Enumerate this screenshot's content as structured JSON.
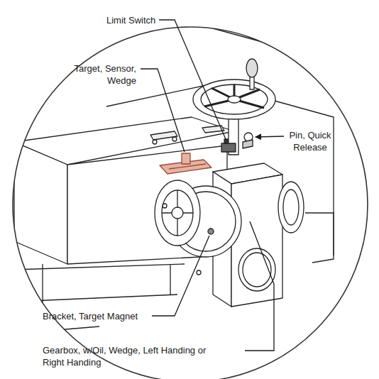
{
  "diagram": {
    "labels": [
      "Limit Switch",
      "Target, Sensor, Wedge",
      "Pin, Quick Release",
      "Bracket, Target Magnet",
      "Gearbox, w/Oil, Wedge, Left Handing or Right Handing"
    ]
  }
}
